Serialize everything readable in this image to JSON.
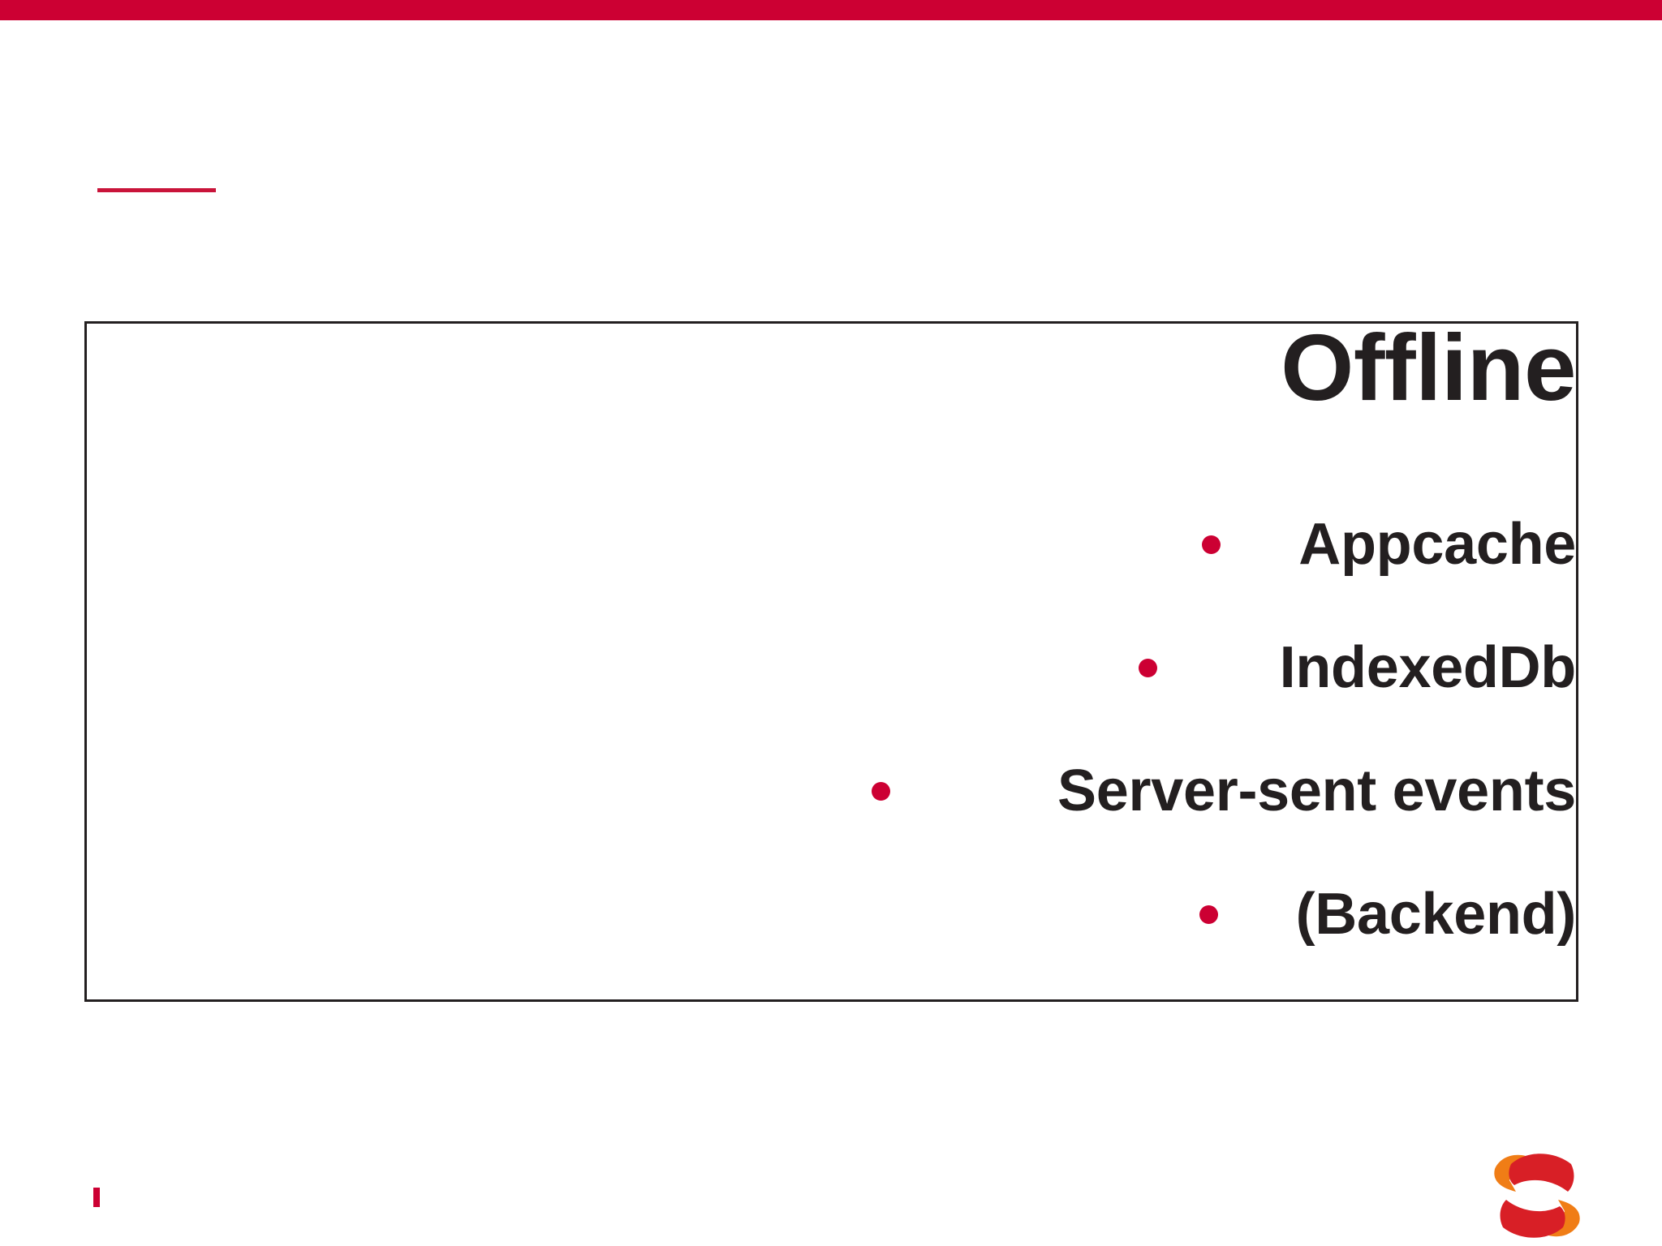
{
  "slide": {
    "title": "Offline",
    "bullets": [
      {
        "label": "Appcache",
        "indent": 0
      },
      {
        "label": "IndexedDb",
        "indent": 1
      },
      {
        "label": "Server-sent events",
        "indent": 2
      },
      {
        "label": "(Backend)",
        "indent": 0
      }
    ]
  },
  "decor": {
    "top_bar_color": "#cc0033",
    "accent_rule_color": "#c9143a",
    "bullet_color": "#cc0033",
    "text_color": "#231f20",
    "frame_color": "#231f20",
    "page_marker_color": "#cc0033",
    "logo_red": "#d81f26",
    "logo_orange": "#f07d16",
    "logo_name": "brand-s-logo"
  }
}
